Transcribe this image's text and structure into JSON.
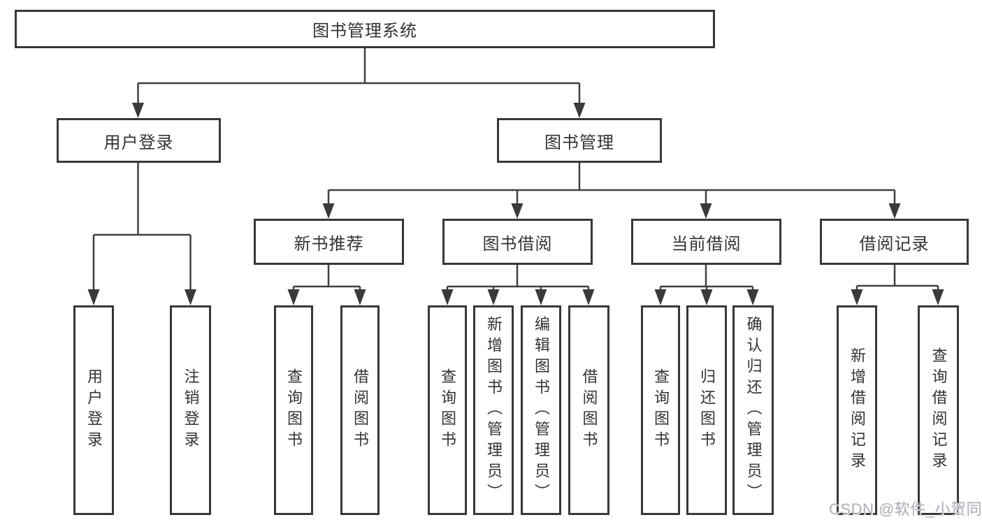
{
  "diagram": {
    "title": "图书管理系统",
    "root": {
      "label": "图书管理系统"
    },
    "branches": [
      {
        "label": "用户登录"
      },
      {
        "label": "图书管理"
      }
    ],
    "modules": [
      {
        "label": "新书推荐"
      },
      {
        "label": "图书借阅"
      },
      {
        "label": "当前借阅"
      },
      {
        "label": "借阅记录"
      }
    ],
    "leaves": [
      {
        "label": "用户登录"
      },
      {
        "label": "注销登录"
      },
      {
        "label": "查询图书"
      },
      {
        "label": "借阅图书"
      },
      {
        "label": "查询图书"
      },
      {
        "label": "新增图书（管理员）"
      },
      {
        "label": "编辑图书（管理员）"
      },
      {
        "label": "借阅图书"
      },
      {
        "label": "查询图书"
      },
      {
        "label": "归还图书"
      },
      {
        "label": "确认归还（管理员）"
      },
      {
        "label": "新增借阅记录"
      },
      {
        "label": "查询借阅记录"
      }
    ]
  },
  "watermark": {
    "text": "CSDN @软件_小贺同学"
  },
  "colors": {
    "line": "#404040",
    "box_border": "#383838",
    "text": "#333336",
    "watermark": "#aeb2b8",
    "background": "#ffffff"
  }
}
